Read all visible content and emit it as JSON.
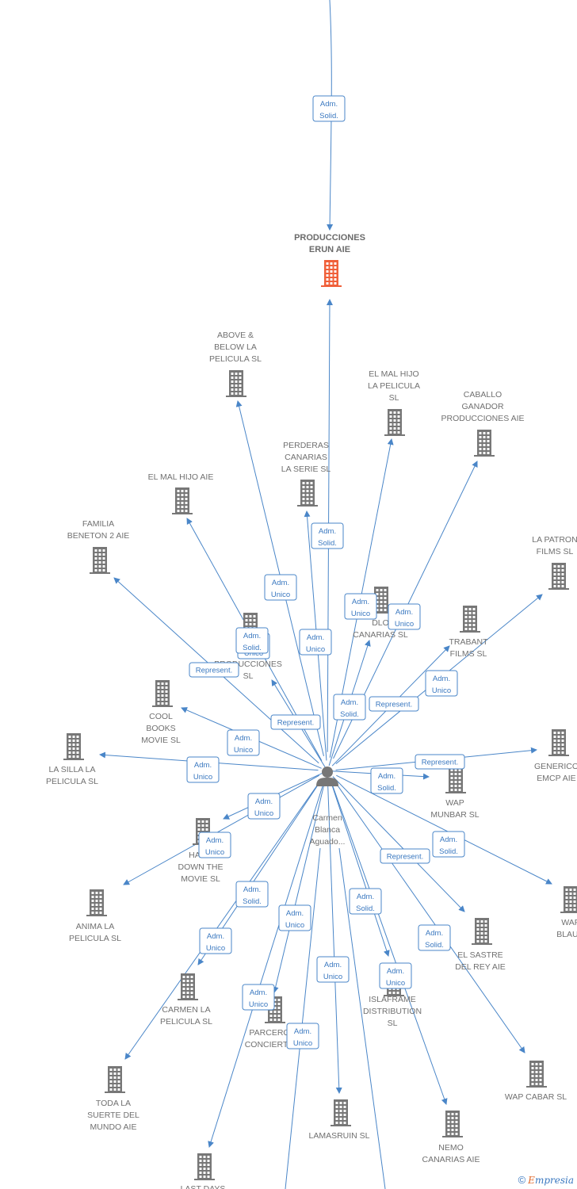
{
  "center": {
    "label_lines": [
      "Carmen",
      "Blanca",
      "Aguado..."
    ]
  },
  "nodes": [
    {
      "id": "erun",
      "lines": [
        "PRODUCCIONES",
        "ERUN AIE"
      ],
      "focus": true
    },
    {
      "id": "above",
      "lines": [
        "ABOVE &",
        "BELOW LA",
        "PELICULA  SL"
      ]
    },
    {
      "id": "malhijo_sl",
      "lines": [
        "EL MAL HIJO",
        "LA PELICULA",
        "SL"
      ]
    },
    {
      "id": "caballo",
      "lines": [
        "CABALLO",
        "GANADOR",
        "PRODUCCIONES AIE"
      ]
    },
    {
      "id": "perderas",
      "lines": [
        "PERDERAS",
        "CANARIAS",
        "LA SERIE  SL"
      ]
    },
    {
      "id": "malhijo_aie",
      "lines": [
        "EL MAL HIJO AIE"
      ]
    },
    {
      "id": "familia",
      "lines": [
        "FAMILIA",
        "BENETON 2 AIE"
      ]
    },
    {
      "id": "patron",
      "lines": [
        "LA PATRON",
        "FILMS  SL"
      ]
    },
    {
      "id": "mprod",
      "lines": [
        "M...",
        "PRODUCCIONES",
        "SL"
      ]
    },
    {
      "id": "dlo",
      "lines": [
        "DLO",
        "CANARIAS  SL"
      ]
    },
    {
      "id": "trabant",
      "lines": [
        "TRABANT",
        "FILMS  SL"
      ]
    },
    {
      "id": "cool",
      "lines": [
        "COOL",
        "BOOKS",
        "MOVIE  SL"
      ]
    },
    {
      "id": "silla",
      "lines": [
        "LA SILLA LA",
        "PELICULA  SL"
      ]
    },
    {
      "id": "generico",
      "lines": [
        "GENERICO",
        "EMCP AIE"
      ]
    },
    {
      "id": "wapmunbar",
      "lines": [
        "WAP",
        "MUNBAR  SL"
      ]
    },
    {
      "id": "hand",
      "lines": [
        "HAND",
        "DOWN THE",
        "MOVIE  SL"
      ]
    },
    {
      "id": "anima",
      "lines": [
        "ANIMA LA",
        "PELICULA  SL"
      ]
    },
    {
      "id": "wapblau",
      "lines": [
        "WAP",
        "BLAUG"
      ]
    },
    {
      "id": "sastre",
      "lines": [
        "EL SASTRE",
        "DEL REY AIE"
      ]
    },
    {
      "id": "carmenpel",
      "lines": [
        "CARMEN LA",
        "PELICULA  SL"
      ]
    },
    {
      "id": "isla",
      "lines": [
        "ISLAFRAME",
        "DISTRIBUTION",
        "SL"
      ]
    },
    {
      "id": "parcero",
      "lines": [
        "PARCERO",
        "CONCIERTO"
      ]
    },
    {
      "id": "toda",
      "lines": [
        "TODA LA",
        "SUERTE DEL",
        "MUNDO AIE"
      ]
    },
    {
      "id": "wapcabar",
      "lines": [
        "WAP CABAR  SL"
      ]
    },
    {
      "id": "lamasruin",
      "lines": [
        "LAMASRUIN  SL"
      ]
    },
    {
      "id": "nemo",
      "lines": [
        "NEMO",
        "CANARIAS AIE"
      ]
    },
    {
      "id": "lastdays",
      "lines": [
        "LAST DAYS"
      ]
    }
  ],
  "edge_labels": [
    {
      "lines": [
        "Adm.",
        "Solid."
      ]
    },
    {
      "lines": [
        "Adm.",
        "Solid."
      ]
    },
    {
      "lines": [
        "Adm.",
        "Unico"
      ]
    },
    {
      "lines": [
        "Adm.",
        "Unico"
      ]
    },
    {
      "lines": [
        "Adm.",
        "Unico"
      ]
    },
    {
      "lines": [
        "Adm.",
        "Solid."
      ]
    },
    {
      "lines": [
        "Adm.",
        "Unico"
      ]
    },
    {
      "lines": [
        "Represent."
      ]
    },
    {
      "lines": [
        "Represent."
      ]
    },
    {
      "lines": [
        "Adm.",
        "Unico"
      ]
    },
    {
      "lines": [
        "Adm.",
        "Solid."
      ]
    },
    {
      "lines": [
        "Represent."
      ]
    },
    {
      "lines": [
        "Adm.",
        "Unico"
      ]
    },
    {
      "lines": [
        "Adm.",
        "Unico"
      ]
    },
    {
      "lines": [
        "Represent."
      ]
    },
    {
      "lines": [
        "Adm.",
        "Solid."
      ]
    },
    {
      "lines": [
        "Adm.",
        "Unico"
      ]
    },
    {
      "lines": [
        "Adm.",
        "Unico"
      ]
    },
    {
      "lines": [
        "Adm.",
        "Solid."
      ]
    },
    {
      "lines": [
        "Represent."
      ]
    },
    {
      "lines": [
        "Adm.",
        "Unico"
      ]
    },
    {
      "lines": [
        "Adm.",
        "Solid."
      ]
    },
    {
      "lines": [
        "Adm.",
        "Unico"
      ]
    },
    {
      "lines": [
        "Adm.",
        "Solid."
      ]
    },
    {
      "lines": [
        "Adm.",
        "Unico"
      ]
    },
    {
      "lines": [
        "Adm.",
        "Solid."
      ]
    },
    {
      "lines": [
        "Adm.",
        "Unico"
      ]
    },
    {
      "lines": [
        "Adm.",
        "Unico"
      ]
    },
    {
      "lines": [
        "Adm.",
        "Unico"
      ]
    },
    {
      "lines": [
        "Adm.",
        "Unico"
      ]
    }
  ],
  "colors": {
    "edge": "#4a86c8",
    "building": "#777777",
    "focus_building": "#f0603a",
    "person": "#777777"
  },
  "footer": {
    "copyright": "©",
    "brand_first": "E",
    "brand_rest": "mpresia"
  }
}
